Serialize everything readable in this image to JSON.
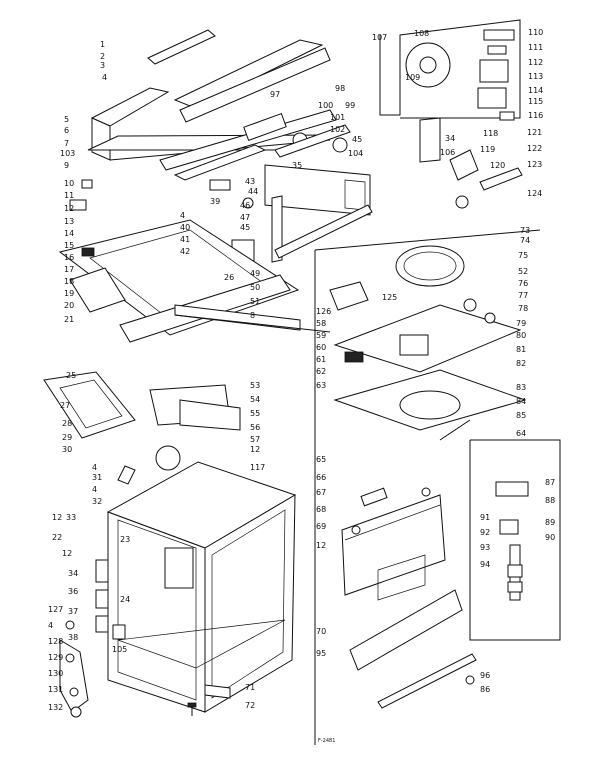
{
  "diagram": {
    "footer_code": "F-2481",
    "callouts_main": [
      "1",
      "2",
      "3",
      "4",
      "5",
      "6",
      "7",
      "103",
      "9",
      "10",
      "11",
      "12",
      "13",
      "14",
      "15",
      "16",
      "17",
      "18",
      "19",
      "20",
      "21",
      "25",
      "27",
      "28",
      "29",
      "30",
      "4",
      "31",
      "4",
      "32",
      "12",
      "33",
      "22",
      "12",
      "23",
      "34",
      "36",
      "24",
      "37",
      "127",
      "4",
      "38",
      "128",
      "105",
      "129",
      "130",
      "131",
      "132",
      "71",
      "72",
      "117",
      "12",
      "57",
      "56",
      "55",
      "54",
      "53",
      "8",
      "51",
      "50",
      "49",
      "26",
      "42",
      "41",
      "40",
      "4",
      "39",
      "46",
      "47",
      "45",
      "44",
      "43",
      "97",
      "98",
      "100",
      "99",
      "101",
      "102",
      "104",
      "45",
      "35"
    ],
    "callouts_upper_right": [
      "107",
      "108",
      "109",
      "110",
      "111",
      "112",
      "113",
      "114",
      "115",
      "116",
      "34",
      "106",
      "118",
      "119",
      "120",
      "121",
      "122",
      "123",
      "124"
    ],
    "callouts_right": [
      "73",
      "74",
      "75",
      "52",
      "76",
      "77",
      "78",
      "125",
      "126",
      "58",
      "59",
      "60",
      "61",
      "62",
      "63",
      "79",
      "80",
      "81",
      "82",
      "83",
      "84",
      "85",
      "64",
      "65",
      "66",
      "67",
      "68",
      "69",
      "12",
      "70",
      "95",
      "96",
      "86",
      "87",
      "88",
      "89",
      "90",
      "91",
      "92",
      "93",
      "94"
    ]
  }
}
